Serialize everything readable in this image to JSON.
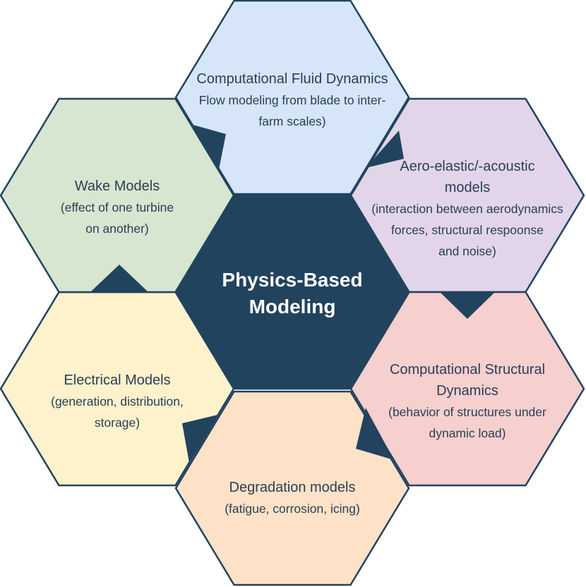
{
  "diagram": {
    "center": {
      "title_lines": [
        "Physics-Based",
        "Modeling"
      ],
      "fill": "#22435e"
    },
    "nodes": [
      {
        "id": "cfd",
        "title_lines": [
          "Computational Fluid Dynamics"
        ],
        "body_lines": [
          "Flow modeling from blade to inter-",
          "farm scales)"
        ],
        "fill": "#d6e5f8"
      },
      {
        "id": "aero",
        "title_lines": [
          "Aero-elastic/-acoustic",
          "models"
        ],
        "body_lines": [
          "(interaction between aerodynamics",
          "forces, structural respoonse",
          "and noise)"
        ],
        "fill": "#e2d5ea"
      },
      {
        "id": "csd",
        "title_lines": [
          "Computational Structural",
          "Dynamics"
        ],
        "body_lines": [
          "(behavior of structures under",
          "dynamic load)"
        ],
        "fill": "#f6cfcf"
      },
      {
        "id": "degradation",
        "title_lines": [
          "Degradation models"
        ],
        "body_lines": [
          "(fatigue, corrosion, icing)"
        ],
        "fill": "#fde2c7"
      },
      {
        "id": "electrical",
        "title_lines": [
          "Electrical Models"
        ],
        "body_lines": [
          "(generation, distribution,",
          "storage)"
        ],
        "fill": "#fdf2cc"
      },
      {
        "id": "wake",
        "title_lines": [
          "Wake Models"
        ],
        "body_lines": [
          "(effect of one turbine",
          "on another)"
        ],
        "fill": "#d6e6d1"
      }
    ],
    "stroke_color": "#22435e",
    "text_color": "#2a4054"
  }
}
